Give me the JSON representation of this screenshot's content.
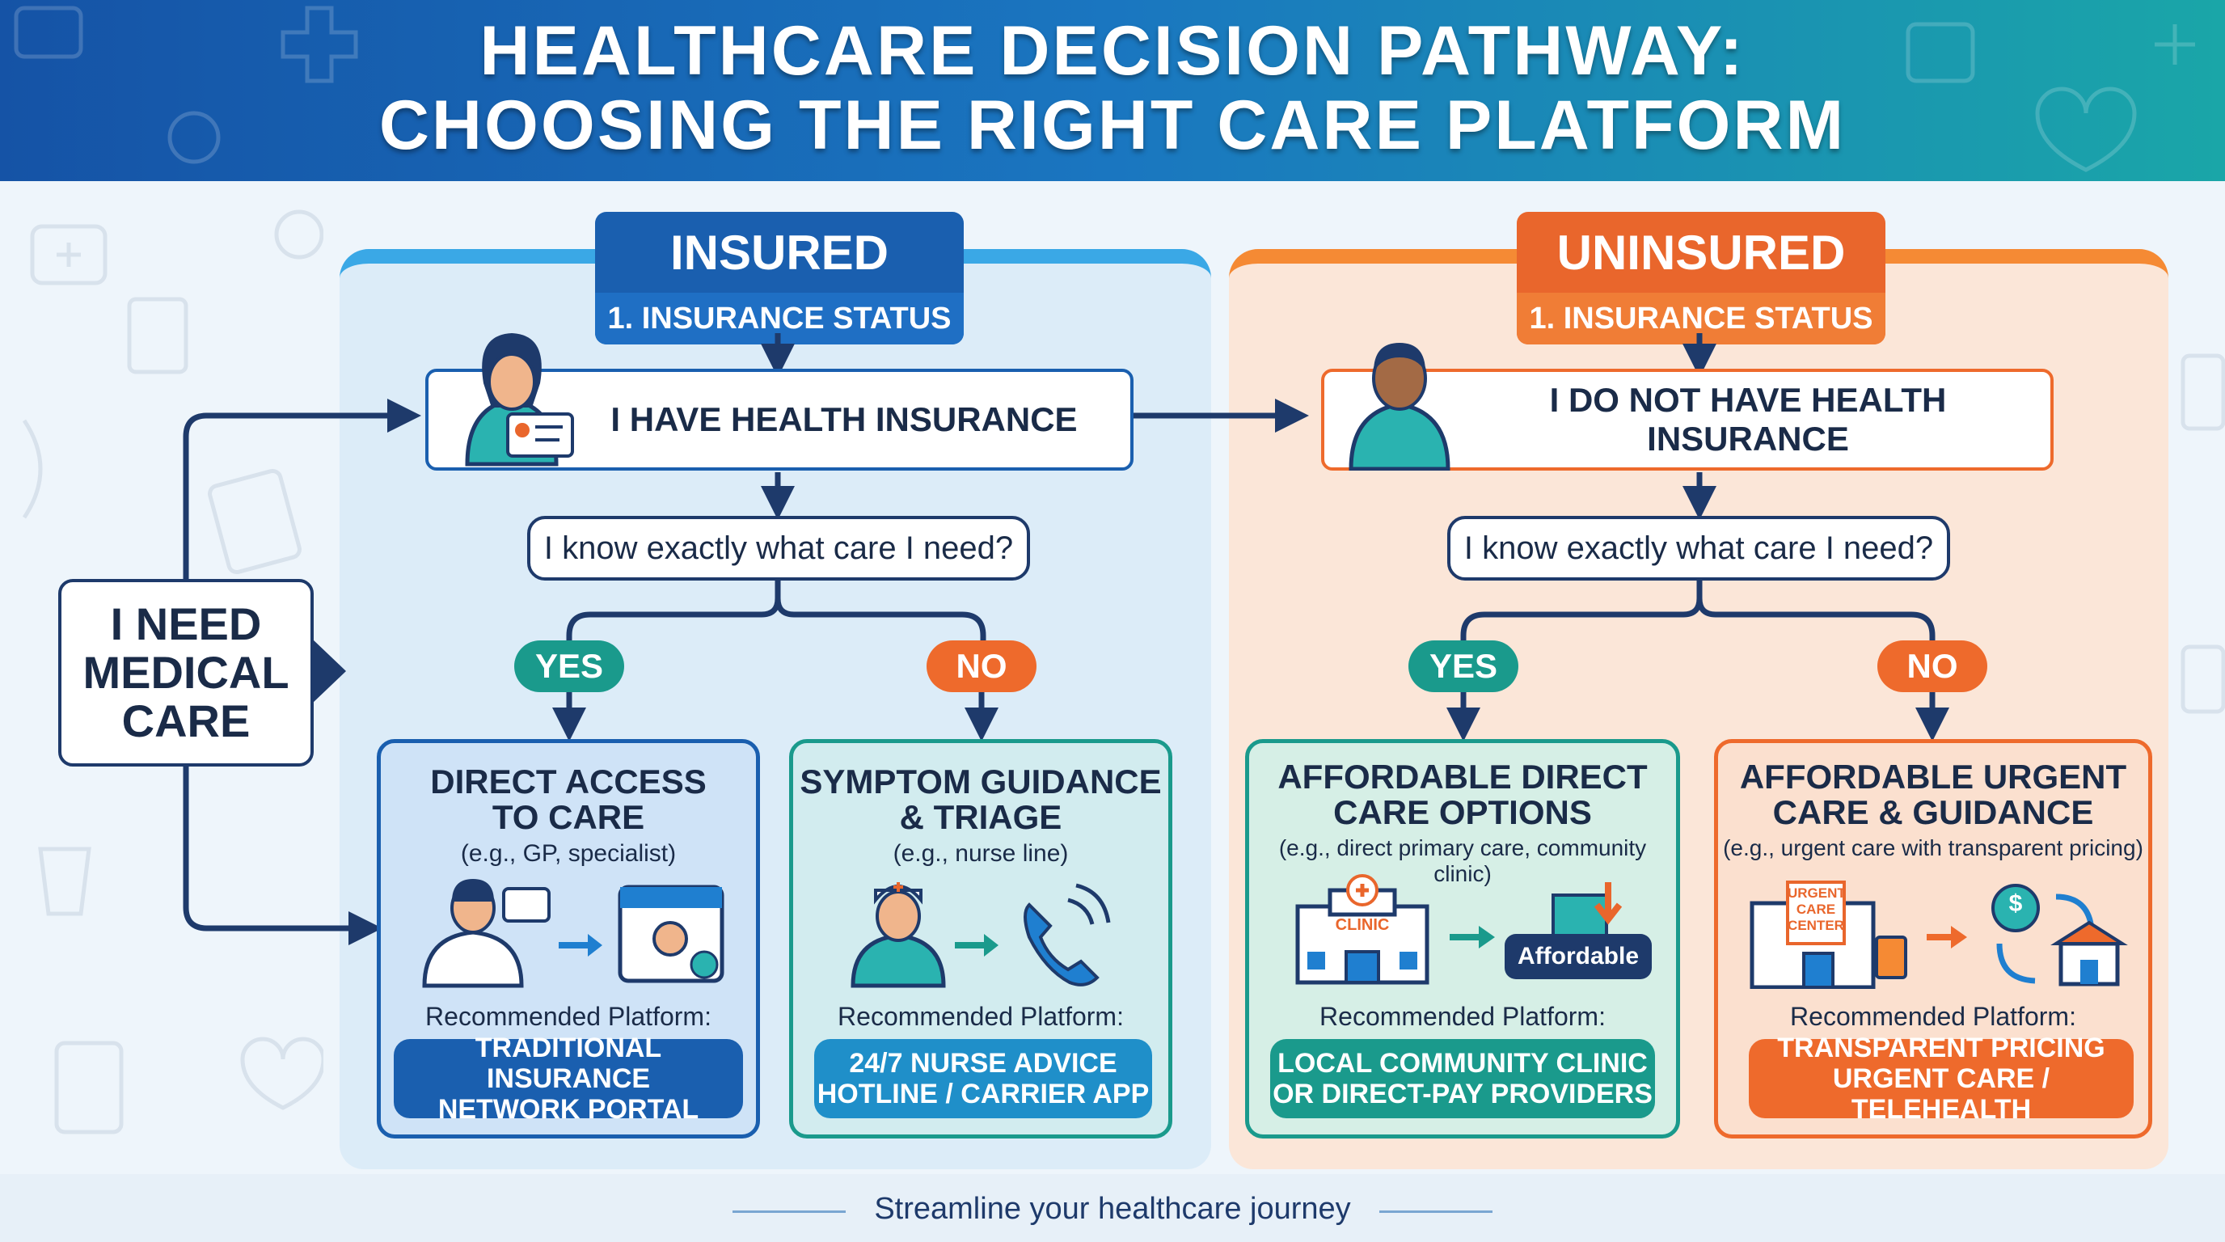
{
  "title": {
    "line1": "HEALTHCARE DECISION PATHWAY:",
    "line2": "CHOOSING THE RIGHT CARE PLATFORM"
  },
  "start": {
    "label_line1": "I NEED",
    "label_line2": "MEDICAL",
    "label_line3": "CARE"
  },
  "insured": {
    "tab": "INSURED",
    "step": "1. INSURANCE STATUS",
    "status": "I HAVE HEALTH INSURANCE",
    "question": "I know exactly what care I need?",
    "yes": "YES",
    "no": "NO",
    "yes_card": {
      "title_line1": "DIRECT ACCESS",
      "title_line2": "TO CARE",
      "example": "(e.g., GP, specialist)",
      "rec": "Recommended Platform:",
      "platform_line1": "TRADITIONAL INSURANCE",
      "platform_line2": "NETWORK PORTAL"
    },
    "no_card": {
      "title_line1": "SYMPTOM GUIDANCE",
      "title_line2": "& TRIAGE",
      "example": "(e.g., nurse line)",
      "rec": "Recommended Platform:",
      "platform_line1": "24/7 NURSE ADVICE",
      "platform_line2": "HOTLINE / CARRIER APP"
    }
  },
  "uninsured": {
    "tab": "UNINSURED",
    "step": "1. INSURANCE STATUS",
    "status": "I DO NOT HAVE HEALTH INSURANCE",
    "question": "I know exactly what care I need?",
    "yes": "YES",
    "no": "NO",
    "yes_card": {
      "title_line1": "AFFORDABLE DIRECT",
      "title_line2": "CARE OPTIONS",
      "example": "(e.g., direct primary care, community clinic)",
      "rec": "Recommended Platform:",
      "platform_line1": "LOCAL COMMUNITY CLINIC",
      "platform_line2": "OR DIRECT-PAY PROVIDERS",
      "icon_clinic_text": "CLINIC",
      "icon_badge": "Affordable"
    },
    "no_card": {
      "title_line1": "AFFORDABLE URGENT",
      "title_line2": "CARE & GUIDANCE",
      "example": "(e.g., urgent care with transparent pricing)",
      "rec": "Recommended Platform:",
      "platform_line1": "TRANSPARENT PRICING",
      "platform_line2": "URGENT CARE / TELEHEALTH",
      "icon_sign_line1": "URGENT",
      "icon_sign_line2": "CARE",
      "icon_sign_line3": "CENTER",
      "icon_dollar": "$"
    }
  },
  "footer": "Streamline your healthcare journey",
  "colors": {
    "navy": "#1e3a6b",
    "blue": "#1a5faf",
    "teal": "#1a9a8c",
    "orange": "#ee6a2c",
    "sky": "#3aa8e6",
    "peach": "#f58a34"
  }
}
